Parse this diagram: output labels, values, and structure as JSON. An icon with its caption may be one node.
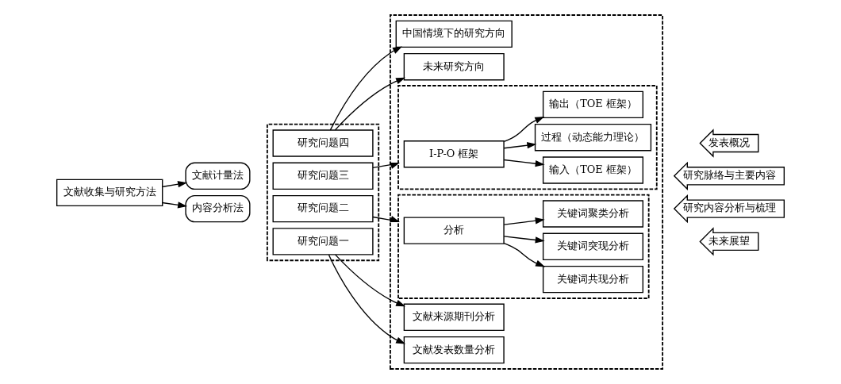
{
  "diagram": {
    "nodes": [
      {
        "text": [
          "文献收集与研究方法"
        ]
      },
      {
        "text": [
          "文献计量法"
        ]
      },
      {
        "text": [
          "内容分析法"
        ]
      },
      {
        "text": [],
        "shape": "box"
      },
      {
        "text": [
          "研究问题一"
        ],
        "in": 3
      },
      {
        "text": [
          "研究问题二"
        ],
        "in": 3
      },
      {
        "text": [
          "研究问题三"
        ],
        "in": 3
      },
      {
        "text": [
          "研究问题四"
        ],
        "in": 3
      },
      {
        "text": [],
        "shape": "box"
      },
      {
        "text": [
          "文献发表数量分析"
        ],
        "in": 8
      },
      {
        "text": [
          "文献来源期刊分析"
        ],
        "in": 8
      },
      {
        "text": [],
        "shape": "box",
        "in": 8
      },
      {
        "text": [
          "分析"
        ],
        "in": 11
      },
      {
        "text": [
          "关键词共现分析"
        ],
        "in": 11
      },
      {
        "text": [
          "关键词突现分析"
        ],
        "in": 11
      },
      {
        "text": [
          "关键词聚类分析"
        ],
        "in": 11
      },
      {
        "text": [],
        "shape": "box",
        "in": 8
      },
      {
        "text": [
          "I-P-O 框架"
        ],
        "in": 16
      },
      {
        "text": [
          "输入（TOE 框架）"
        ],
        "in": 16
      },
      {
        "text": [
          "过程（动态能力理论）"
        ],
        "in": 16
      },
      {
        "text": [
          "输出（TOE 框架）"
        ],
        "in": 16
      },
      {
        "text": [
          "未来研究方向"
        ],
        "in": 8
      },
      {
        "text": [
          "中国情境下的研究方向"
        ],
        "in": 8
      },
      {
        "text": [
          "发表概况"
        ]
      },
      {
        "text": [
          "研究脉络与主要内容"
        ]
      },
      {
        "text": [
          "研究内容分析与梳理"
        ]
      },
      {
        "text": [
          "未来展望"
        ]
      }
    ],
    "edges": [
      {
        "from": 0,
        "to": 1,
        "arrow": "to"
      },
      {
        "from": 0,
        "to": 2,
        "arrow": "to"
      },
      {
        "from": 4,
        "to": 9,
        "arrow": "to"
      },
      {
        "from": 4,
        "to": 10,
        "arrow": "to"
      },
      {
        "from": 5,
        "to": 11,
        "arrow": "to"
      },
      {
        "from": 6,
        "to": 16,
        "arrow": "to"
      },
      {
        "from": 7,
        "to": 21,
        "arrow": "to"
      },
      {
        "from": 7,
        "to": 22,
        "arrow": "to"
      },
      {
        "from": 12,
        "to": 13,
        "arrow": "to"
      },
      {
        "from": 12,
        "to": 14,
        "arrow": "to"
      },
      {
        "from": 12,
        "to": 15,
        "arrow": "to"
      },
      {
        "from": 17,
        "to": 18,
        "arrow": "to"
      },
      {
        "from": 17,
        "to": 19,
        "arrow": "to"
      },
      {
        "from": 17,
        "to": 20,
        "arrow": "to"
      }
    ]
  }
}
